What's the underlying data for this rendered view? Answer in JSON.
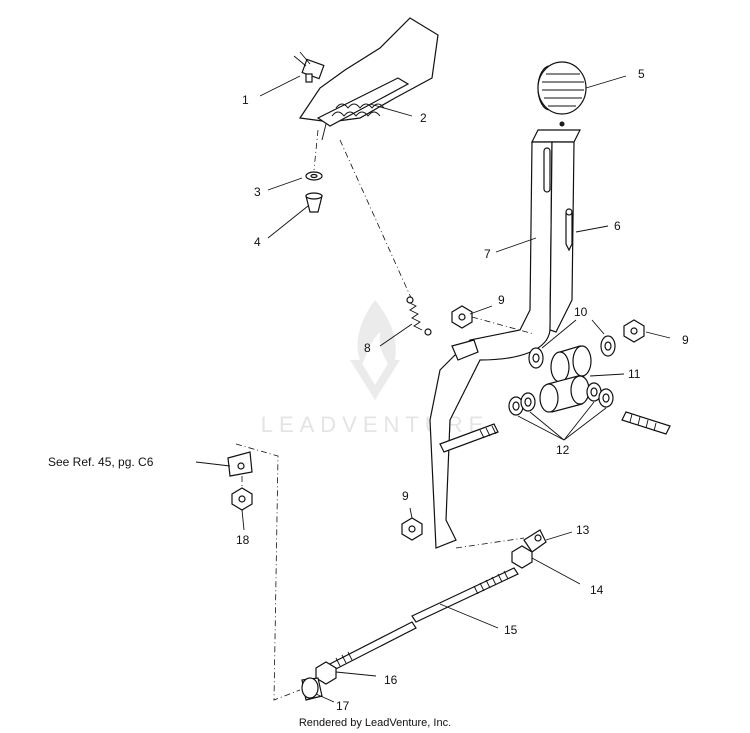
{
  "diagram": {
    "reference_note": "See Ref. 45, pg. C6",
    "footer": "Rendered by LeadVenture, Inc.",
    "watermark": "LEADVENTURE",
    "callouts": [
      "1",
      "2",
      "3",
      "4",
      "5",
      "6",
      "7",
      "8",
      "9",
      "10",
      "11",
      "12",
      "13",
      "14",
      "15",
      "16",
      "17",
      "18"
    ],
    "colors": {
      "line": "#111111",
      "background": "#ffffff",
      "watermark": "#e4e4e4"
    }
  }
}
